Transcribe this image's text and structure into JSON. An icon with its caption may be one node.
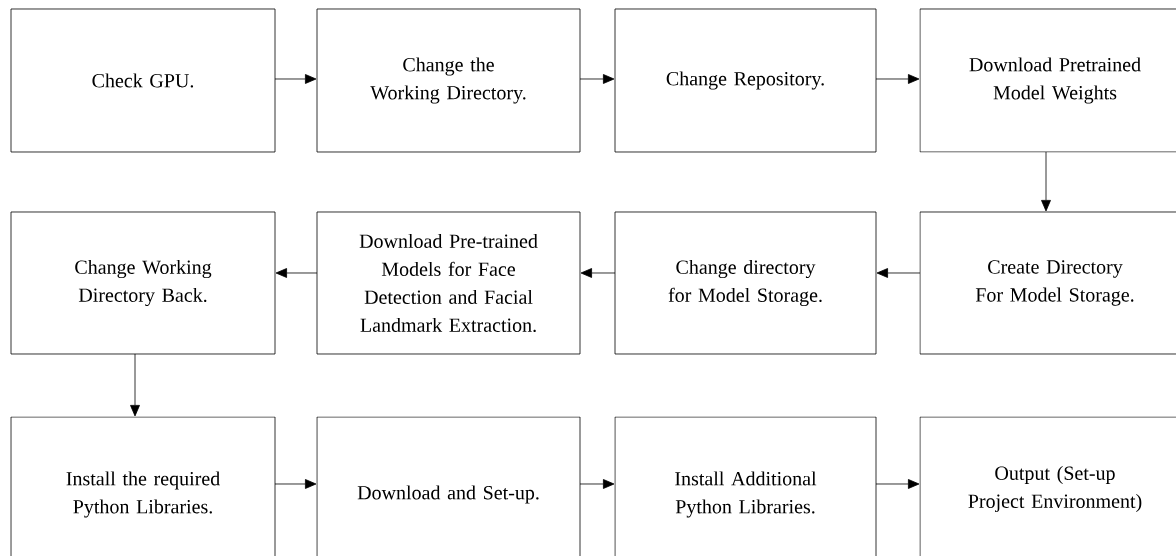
{
  "diagram": {
    "nodes": [
      {
        "text": [
          "Check GPU."
        ]
      },
      {
        "text": [
          "Change the Working Directory."
        ]
      },
      {
        "text": [
          "Change Repository."
        ]
      },
      {
        "text": [
          "Download Pretrained Model Weights"
        ]
      },
      {
        "text": [
          "Change Working Directory Back."
        ]
      },
      {
        "text": [
          "Download Pre-trained Models for Face Detection and Facial Landmark Extraction."
        ]
      },
      {
        "text": [
          "Change directory for Model Storage."
        ]
      },
      {
        "text": [
          "Create Directory For Model Storage."
        ]
      },
      {
        "text": [
          "Install the required Python Libraries."
        ]
      },
      {
        "text": [
          "Download and Set-up."
        ]
      },
      {
        "text": [
          "Install Additional Python Libraries."
        ]
      },
      {
        "text": [
          "Output (Set-up Project Environment)"
        ]
      }
    ],
    "edges": [
      {
        "from": 0,
        "to": 1,
        "arrow": "to"
      },
      {
        "from": 1,
        "to": 2,
        "arrow": "to"
      },
      {
        "from": 2,
        "to": 3,
        "arrow": "to"
      },
      {
        "from": 3,
        "to": 7,
        "arrow": "to"
      },
      {
        "from": 7,
        "to": 6,
        "arrow": "to"
      },
      {
        "from": 6,
        "to": 5,
        "arrow": "to"
      },
      {
        "from": 5,
        "to": 4,
        "arrow": "to"
      },
      {
        "from": 4,
        "to": 8,
        "arrow": "to"
      },
      {
        "from": 8,
        "to": 9,
        "arrow": "to"
      },
      {
        "from": 9,
        "to": 10,
        "arrow": "to"
      },
      {
        "from": 10,
        "to": 11,
        "arrow": "to"
      }
    ]
  }
}
